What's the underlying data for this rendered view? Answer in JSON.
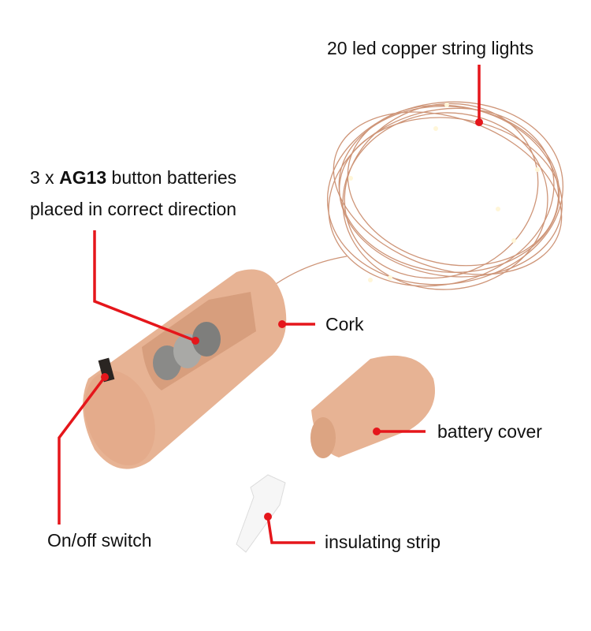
{
  "labels": {
    "string_lights": "20 led copper string lights",
    "batteries_line1_prefix": "3 x ",
    "batteries_line1_bold": "AG13",
    "batteries_line1_suffix": " button batteries",
    "batteries_line2": "placed in correct direction",
    "cork": "Cork",
    "battery_cover": "battery cover",
    "switch": "On/off switch",
    "insulating_strip": "insulating strip"
  },
  "colors": {
    "callout": "#e5161b",
    "cork": "#e7b394",
    "copper": "#c98a6a"
  }
}
